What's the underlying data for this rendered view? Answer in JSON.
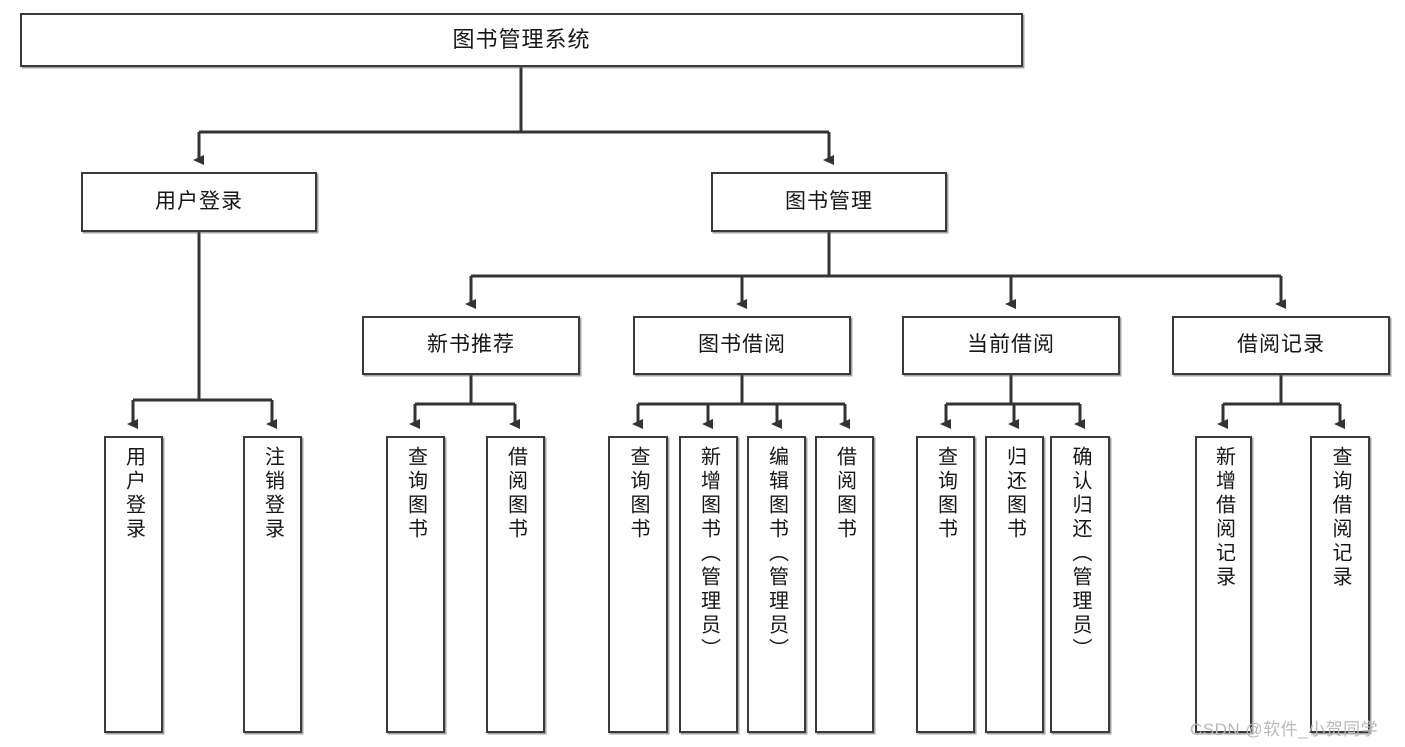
{
  "diagram": {
    "title": "图书管理系统",
    "type": "tree-hierarchy-diagram",
    "watermark": "CSDN @软件_小贺同学",
    "colors": {
      "background": "#ffffff",
      "box_border": "#3a3a3a",
      "box_fill": "#ffffff",
      "text": "#161616",
      "edge": "#333333",
      "watermark": "#b9b9b9"
    },
    "root": {
      "label": "图书管理系统"
    },
    "level1": [
      {
        "label": "用户登录"
      },
      {
        "label": "图书管理"
      }
    ],
    "level2": [
      {
        "label": "新书推荐"
      },
      {
        "label": "图书借阅"
      },
      {
        "label": "当前借阅"
      },
      {
        "label": "借阅记录"
      }
    ],
    "leaves": {
      "user_login": [
        {
          "label": "用户登录"
        },
        {
          "label": "注销登录"
        }
      ],
      "new_book_recommend": [
        {
          "label": "查询图书"
        },
        {
          "label": "借阅图书"
        }
      ],
      "book_borrow": [
        {
          "label": "查询图书"
        },
        {
          "label": "新增图书（管理员）"
        },
        {
          "label": "编辑图书（管理员）"
        },
        {
          "label": "借阅图书"
        }
      ],
      "current_borrow": [
        {
          "label": "查询图书"
        },
        {
          "label": "归还图书"
        },
        {
          "label": "确认归还（管理员）"
        }
      ],
      "borrow_record": [
        {
          "label": "新增借阅记录"
        },
        {
          "label": "查询借阅记录"
        }
      ]
    }
  }
}
